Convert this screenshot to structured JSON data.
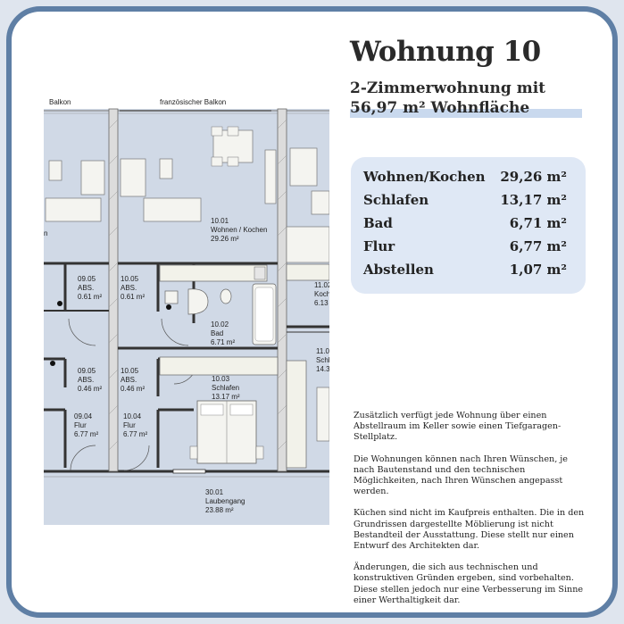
{
  "header": {
    "title": "Wohnung 10",
    "subtitle_line1": "2-Zimmerwohnung mit",
    "subtitle_line2": "56,97 m² Wohnfläche"
  },
  "areas": [
    {
      "label": "Wohnen/Kochen",
      "value": "29,26 m²"
    },
    {
      "label": "Schlafen",
      "value": "13,17 m²"
    },
    {
      "label": "Bad",
      "value": "6,71 m²"
    },
    {
      "label": "Flur",
      "value": "6,77 m²"
    },
    {
      "label": "Abstellen",
      "value": "1,07 m²"
    }
  ],
  "info": {
    "p1": "Zusätzlich verfügt jede Wohnung über einen Abstellraum im Keller sowie einen Tiefgaragen-Stellplatz.",
    "p2": "Die Wohnungen können nach Ihren Wünschen, je nach Bautenstand und den technischen Möglichkeiten, nach Ihren Wünschen angepasst werden.",
    "p3": "Küchen sind nicht im Kaufpreis enthalten. Die in den Grundrissen dargestellte Möblierung ist nicht Bestandteil der Ausstattung. Diese stellt nur einen Entwurf des Architekten dar.",
    "p4": "Änderungen, die sich aus technischen und konstruktiven Gründen ergeben, sind vorbehalten. Diese stellen jedoch nur eine Verbesserung im Sinne einer Werthaltigkeit dar."
  },
  "plan": {
    "balkon": "Balkon",
    "franz_balkon": "französischer Balkon",
    "wohnen_no": "10.01",
    "wohnen_name": "Wohnen / Kochen",
    "wohnen_area": "29.26 m²",
    "abs_a_no": "09.05",
    "abs_a_name": "ABS.",
    "abs_a_area": "0.61 m²",
    "abs_b_no": "10.05",
    "abs_b_name": "ABS.",
    "abs_b_area": "0.61 m²",
    "bad_no": "10.02",
    "bad_name": "Bad",
    "bad_area": "6.71 m²",
    "abs_c_no": "09.05",
    "abs_c_name": "ABS.",
    "abs_c_area": "0.46 m²",
    "abs_d_no": "10.05",
    "abs_d_name": "ABS.",
    "abs_d_area": "0.46 m²",
    "schlafen_no": "10.03",
    "schlafen_name": "Schlafen",
    "schlafen_area": "13.17 m²",
    "flur_a_no": "09.04",
    "flur_a_name": "Flur",
    "flur_a_area": "6.77 m²",
    "flur_b_no": "10.04",
    "flur_b_name": "Flur",
    "flur_b_area": "6.77 m²",
    "koch_no": "11.02",
    "koch_name": "Koch",
    "koch_area": "6.13",
    "schl_no": "11.0",
    "schl_name": "Schl",
    "schl_area": "14.3",
    "left_cut": "n",
    "lauben_no": "30.01",
    "lauben_name": "Laubengang",
    "lauben_area": "23.88 m²"
  }
}
